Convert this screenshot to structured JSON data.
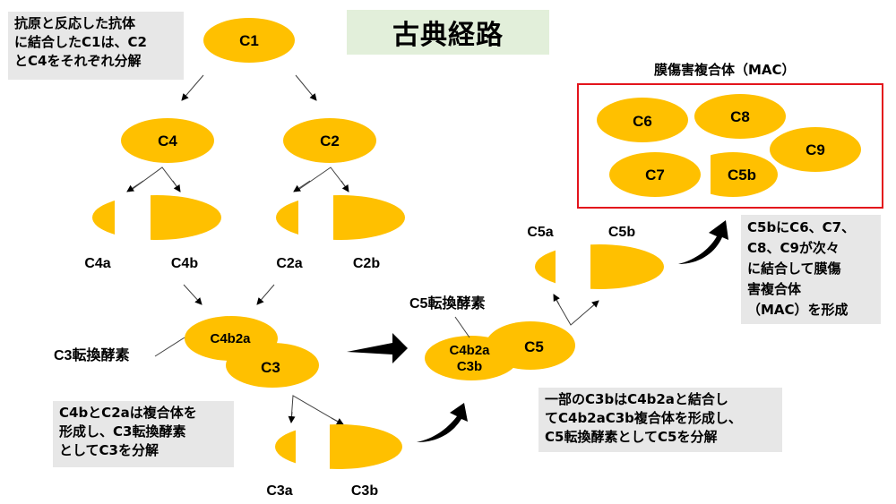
{
  "title": "古典経路",
  "colors": {
    "component_fill": "#ffc000",
    "note_background": "#e7e7e7",
    "title_background": "#e2efda",
    "mac_border": "#e3141c",
    "arrow": "#000000",
    "connector_line": "#404040"
  },
  "notes": {
    "c1_note": "抗原と反応した抗体\nに結合したC1は、C2\nとC4をそれぞれ分解",
    "c3_convertase_note": "C4bとC2aは複合体を\n形成し、C3転換酵素\nとしてC3を分解",
    "c5_convertase_note": "一部のC3bはC4b2aと結合し\nてC4b2aC3b複合体を形成し、\nC5転換酵素としてC5を分解",
    "mac_note": "C5bにC6、C7、\nC8、C9が次々\nに結合して膜傷\n害複合体\n（MAC）を形成"
  },
  "components": {
    "c1": "C1",
    "c4": "C4",
    "c2": "C2",
    "c4a": "C4a",
    "c4b": "C4b",
    "c2a": "C2a",
    "c2b": "C2b",
    "c4b2a": "C4b2a",
    "c3": "C3",
    "c3a": "C3a",
    "c3b": "C3b",
    "c4b2a_c3b_line1": "C4b2a",
    "c4b2a_c3b_line2": "C3b",
    "c5": "C5",
    "c5a": "C5a",
    "c5b": "C5b"
  },
  "labels": {
    "c3_convertase": "C3転換酵素",
    "c5_convertase": "C5転換酵素"
  },
  "mac": {
    "title": "膜傷害複合体（MAC）",
    "members": [
      "C6",
      "C8",
      "C9",
      "C7",
      "C5b"
    ]
  }
}
